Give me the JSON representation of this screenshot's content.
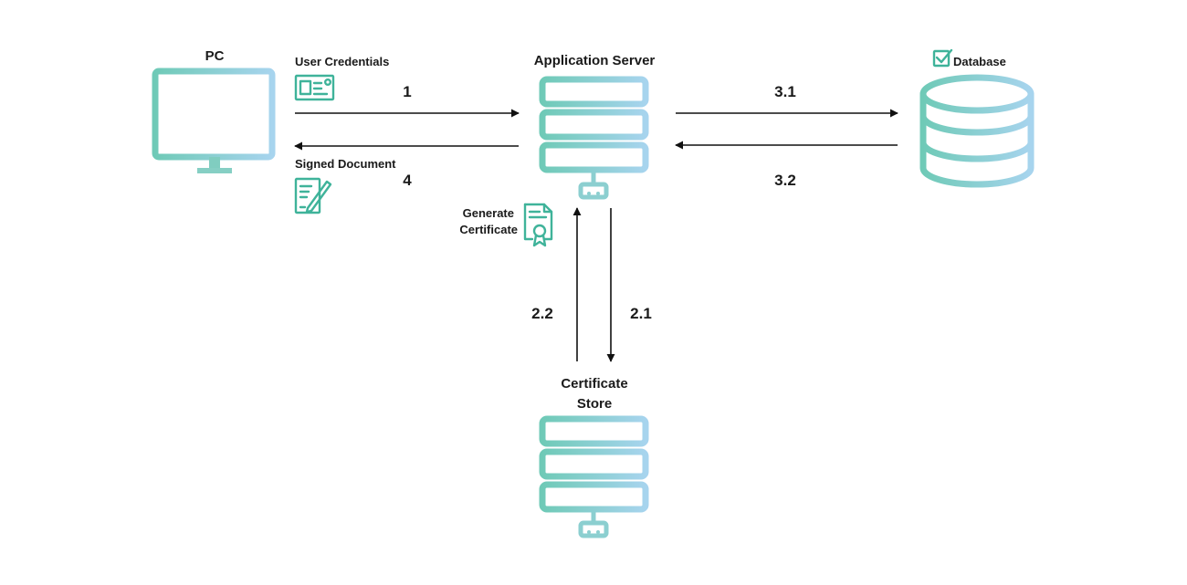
{
  "colors": {
    "gradient_start": "#6fcab7",
    "gradient_end": "#a7d4ee",
    "icon_teal": "#3fb39a",
    "arrow": "#111111"
  },
  "nodes": {
    "pc": {
      "label": "PC",
      "icon": "monitor-icon"
    },
    "app_server": {
      "label": "Application Server",
      "icon": "server-rack-icon"
    },
    "database": {
      "label": "Database",
      "icon": "database-icon",
      "badge_icon": "checkbox-checked-icon"
    },
    "cert_store": {
      "label_line1": "Certificate",
      "label_line2": "Store",
      "icon": "server-rack-icon"
    }
  },
  "annotations": {
    "user_credentials": {
      "label": "User Credentials",
      "icon": "id-card-icon"
    },
    "signed_document": {
      "label": "Signed Document",
      "icon": "document-pen-icon"
    },
    "generate_certificate": {
      "label_line1": "Generate",
      "label_line2": "Certificate",
      "icon": "certificate-icon"
    }
  },
  "steps": {
    "s1": "1",
    "s2_1": "2.1",
    "s2_2": "2.2",
    "s3_1": "3.1",
    "s3_2": "3.2",
    "s4": "4"
  }
}
